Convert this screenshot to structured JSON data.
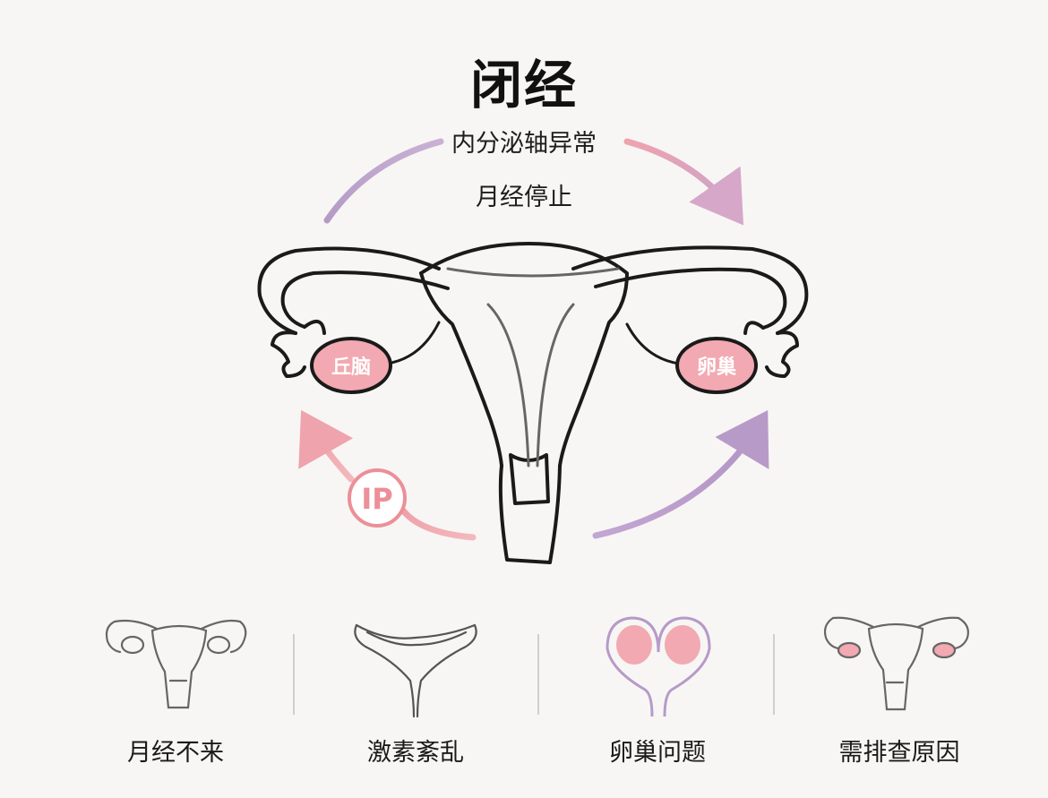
{
  "title": "闭经",
  "subtitle_top": "内分泌轴异常",
  "subtitle_bottom": "月经停止",
  "labels": {
    "left_oval": "丘脑",
    "right_oval": "卵巢",
    "badge": "IP"
  },
  "captions": [
    "月经不来",
    "激素紊乱",
    "卵巢问题",
    "需排查原因"
  ],
  "colors": {
    "purple": "#b79ac8",
    "pink": "#efa3ad",
    "oval_fill": "#f2a9b1",
    "badge_ring": "#ec8f98"
  },
  "icons": {
    "main": "uterus-diagram",
    "step1": "uterus-outline-icon",
    "step2": "uterus-body-icon",
    "step3": "ovary-heart-icon",
    "step4": "uterus-ovaries-icon"
  }
}
